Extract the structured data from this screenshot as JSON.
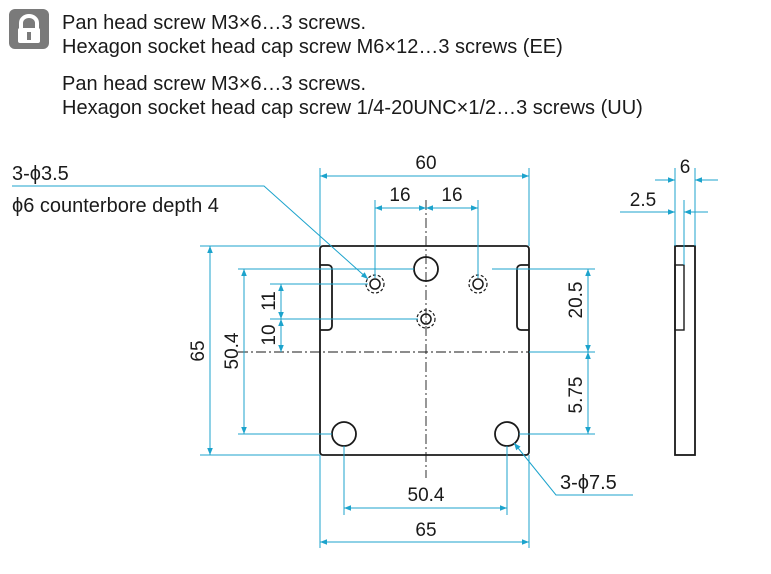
{
  "notes": {
    "ee_line1": "Pan head screw M3×6…3 screws.",
    "ee_line2": "Hexagon socket head cap screw M6×12…3 screws (EE)",
    "uu_line1": "Pan head screw M3×6…3 screws.",
    "uu_line2": "Hexagon socket head cap screw 1/4-20UNC×1/2…3 screws (UU)"
  },
  "icons": {
    "header": "lock-icon"
  },
  "colors": {
    "dimension": "#1ca3cc",
    "outline": "#1a1a1a",
    "icon_bg": "#7a7a7a"
  },
  "callouts": {
    "small_holes_line1": "3-ϕ3.5",
    "small_holes_line2": "ϕ6 counterbore depth 4",
    "large_holes": "3-ϕ7.5"
  },
  "dimensions": {
    "top_width": "60",
    "top_left_16": "16",
    "top_right_16": "16",
    "left_height": "65",
    "left_50_4": "50.4",
    "left_11": "11",
    "left_10": "10",
    "right_20_5": "20.5",
    "right_5_75": "5.75",
    "bottom_50_4": "50.4",
    "bottom_65": "65",
    "side_6": "6",
    "side_2_5": "2.5"
  }
}
